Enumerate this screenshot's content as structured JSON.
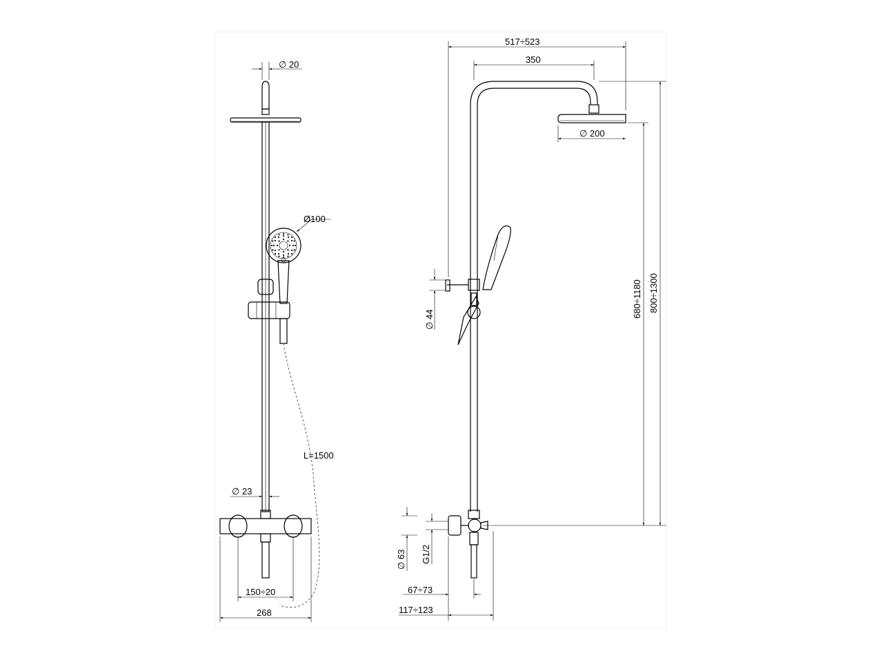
{
  "dimensions": {
    "front_top_tube_diameter": "∅ 20",
    "hand_shower_diameter": "Ø100",
    "hose_length": "L=1500",
    "column_diameter": "∅ 23",
    "inlet_spacing": "150÷20",
    "mixer_width": "268",
    "total_projection": "517÷523",
    "arm_length": "350",
    "head_diameter": "∅ 200",
    "height_min": "680÷1180",
    "height_max": "800÷1300",
    "knob_diameter": "∅ 44",
    "valve_diameter": "∅ 63",
    "thread": "G1/2",
    "offset_inner": "67÷73",
    "offset_outer": "117÷123"
  }
}
